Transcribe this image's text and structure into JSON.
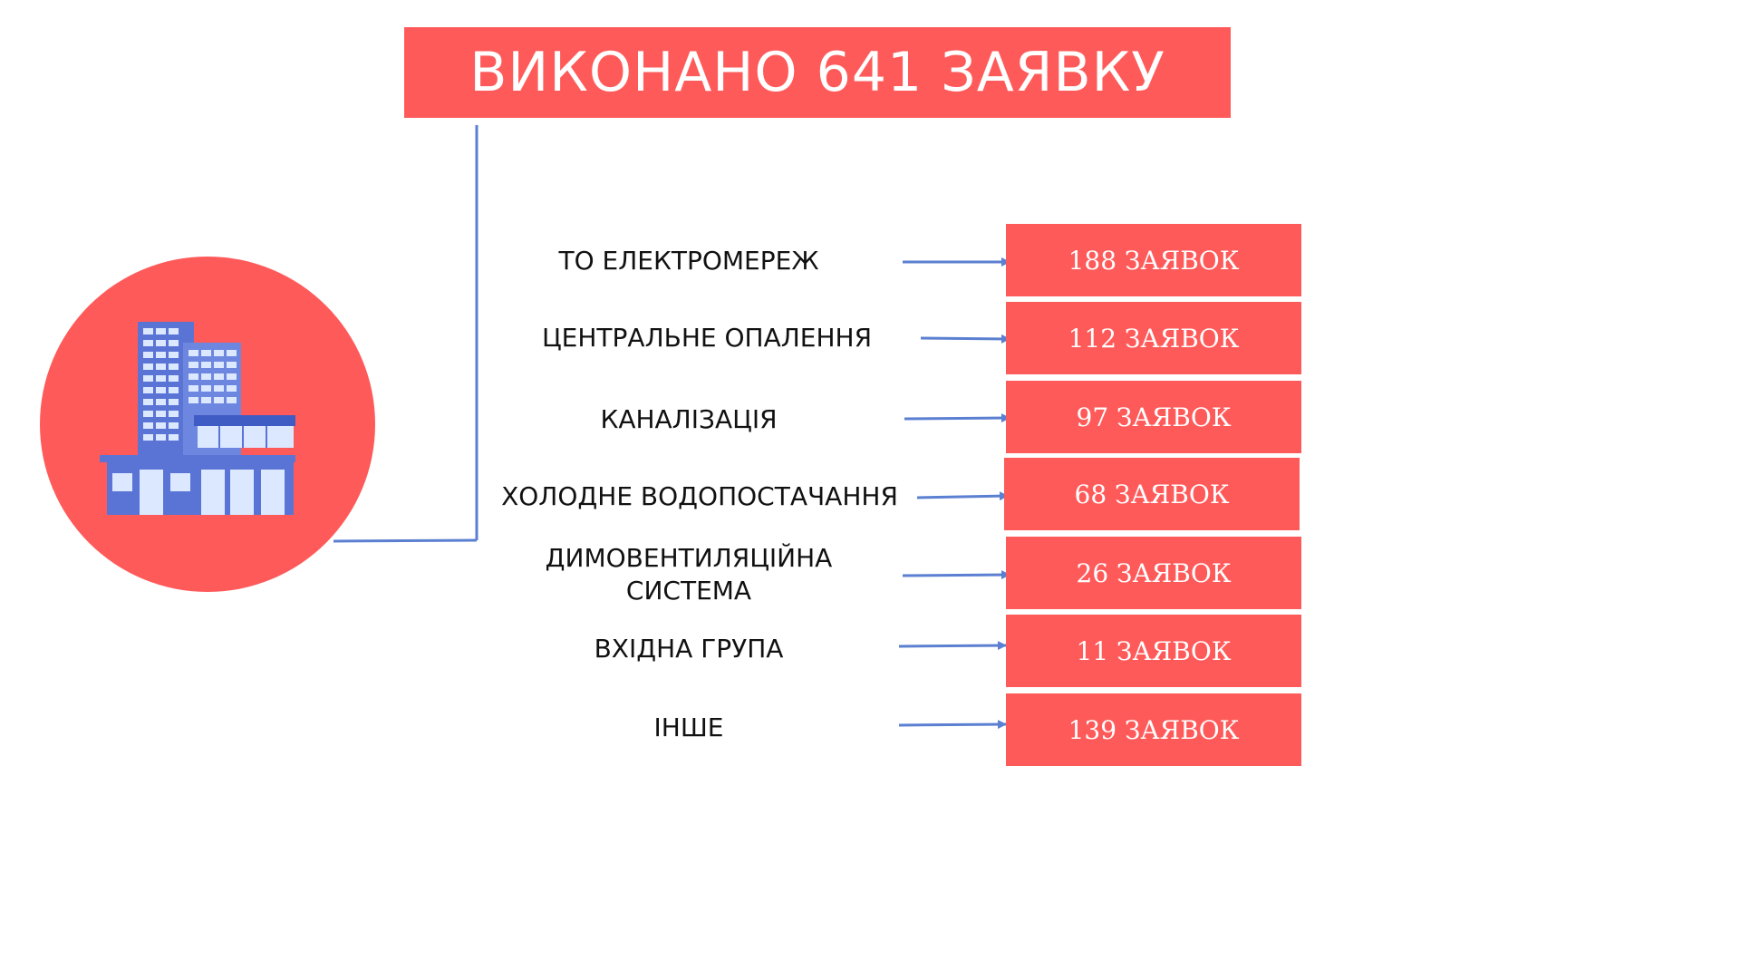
{
  "title": "ВИКОНАНО 641 ЗАЯВКУ",
  "total": 641,
  "categories": [
    {
      "label": "ТО ЕЛЕКТРОМЕРЕЖ",
      "count": "188 ЗАЯВОК"
    },
    {
      "label": "ЦЕНТРАЛЬНЕ ОПАЛЕННЯ",
      "count": "112 ЗАЯВОК"
    },
    {
      "label": "КАНАЛІЗАЦІЯ",
      "count": "97 ЗАЯВОК"
    },
    {
      "label": "ХОЛОДНЕ ВОДОПОСТАЧАННЯ",
      "count": "68 ЗАЯВОК"
    },
    {
      "label": "ДИМОВЕНТИЛЯЦІЙНА СИСТЕМА",
      "line1": "ДИМОВЕНТИЛЯЦІЙНА",
      "line2": "СИСТЕМА",
      "count": "26 ЗАЯВОК"
    },
    {
      "label": "ВХІДНА ГРУПА",
      "count": "11 ЗАЯВОК"
    },
    {
      "label": "ІНШЕ",
      "count": "139 ЗАЯВОК"
    }
  ],
  "colors": {
    "accent": "#ff5a5a",
    "line": "#5b7fd1",
    "building": "#5a74d6"
  },
  "icons": {
    "building": "office-building-icon"
  }
}
